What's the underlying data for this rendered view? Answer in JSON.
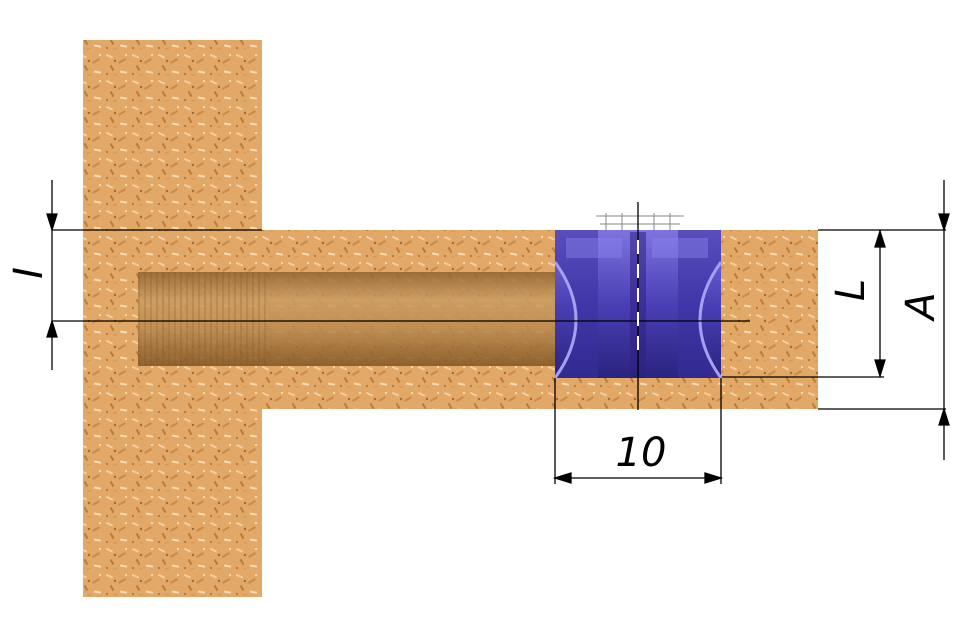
{
  "labels": {
    "i_label": "I",
    "l_label": "L",
    "a_label": "A",
    "width_label": "10"
  },
  "colors": {
    "board": "#e2a867",
    "board_dark": "#c98a4a",
    "board_light": "#f3cfa0",
    "bolt": "#b8894f",
    "nut": "#4b3fb5",
    "nut_dark": "#2b2380",
    "nut_light": "#7e74e0",
    "line": "#000000"
  }
}
